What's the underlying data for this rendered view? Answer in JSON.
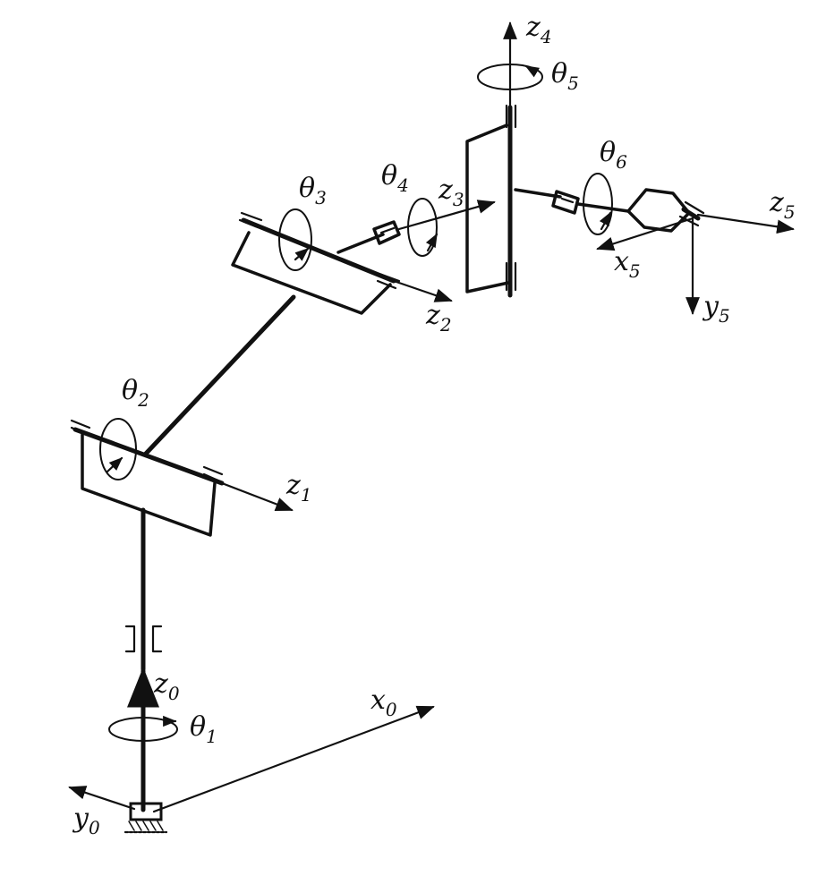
{
  "labels": {
    "z0": {
      "base": "z",
      "sub": "0"
    },
    "x0": {
      "base": "x",
      "sub": "0"
    },
    "y0": {
      "base": "y",
      "sub": "0"
    },
    "theta1": {
      "base": "θ",
      "sub": "1"
    },
    "theta2": {
      "base": "θ",
      "sub": "2"
    },
    "z1": {
      "base": "z",
      "sub": "1"
    },
    "theta3": {
      "base": "θ",
      "sub": "3"
    },
    "z2": {
      "base": "z",
      "sub": "2"
    },
    "theta4": {
      "base": "θ",
      "sub": "4"
    },
    "z3": {
      "base": "z",
      "sub": "3"
    },
    "z4": {
      "base": "z",
      "sub": "4"
    },
    "theta5": {
      "base": "θ",
      "sub": "5"
    },
    "theta6": {
      "base": "θ",
      "sub": "6"
    },
    "z5": {
      "base": "z",
      "sub": "5"
    },
    "x5": {
      "base": "x",
      "sub": "5"
    },
    "y5": {
      "base": "y",
      "sub": "5"
    }
  }
}
